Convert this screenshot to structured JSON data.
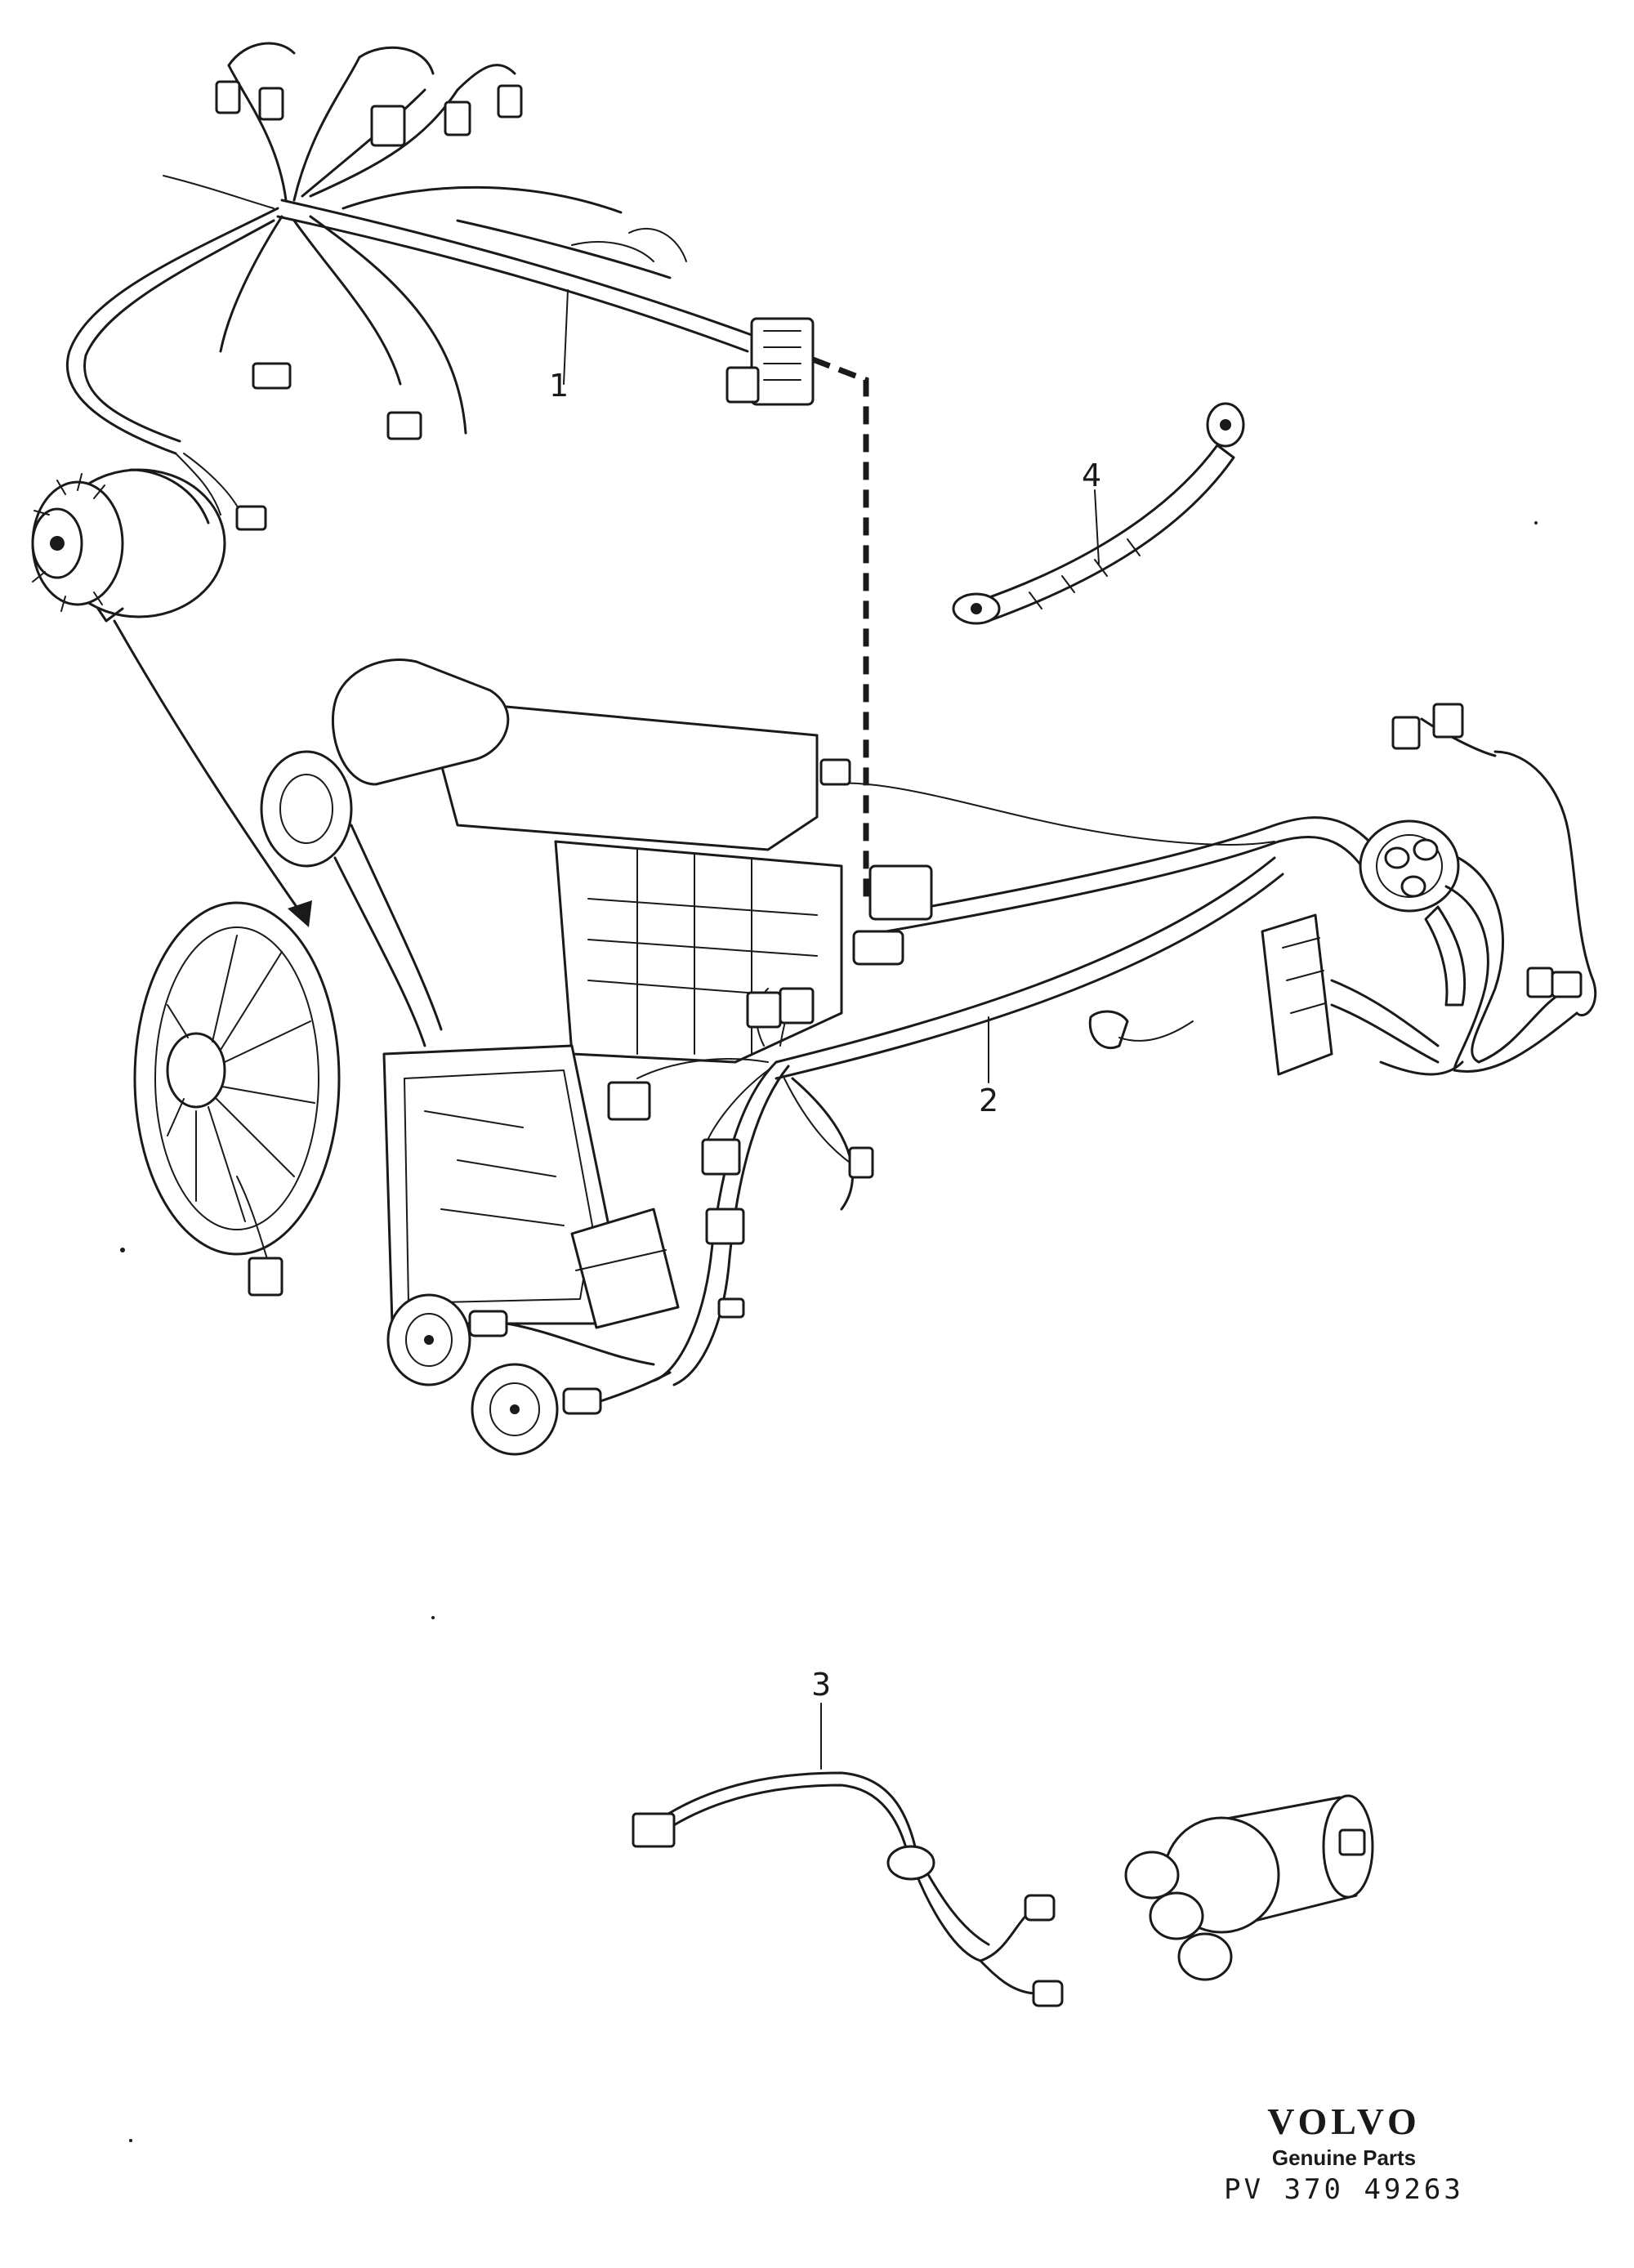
{
  "callouts": [
    {
      "id": "1",
      "label": "1"
    },
    {
      "id": "2",
      "label": "2"
    },
    {
      "id": "3",
      "label": "3"
    },
    {
      "id": "4",
      "label": "4"
    }
  ],
  "footer": {
    "brand": "VOLVO",
    "tagline": "Genuine Parts",
    "code": "PV 370 49263"
  }
}
